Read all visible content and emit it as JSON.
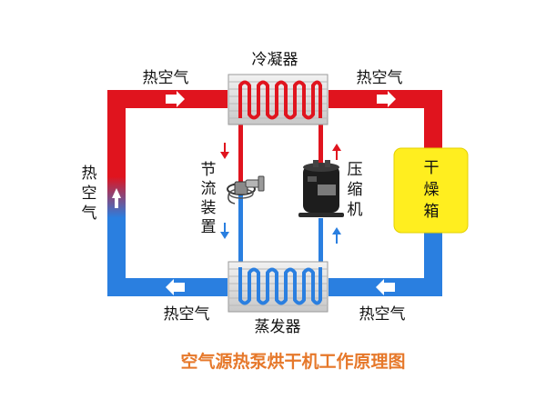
{
  "diagram": {
    "title": "空气源热泵烘干机工作原理图",
    "condenser_label": "冷凝器",
    "evaporator_label": "蒸发器",
    "dryer_label": [
      "干",
      "燥",
      "箱"
    ],
    "throttle_label": [
      "节",
      "流",
      "装",
      "置"
    ],
    "compressor_label": [
      "压",
      "缩",
      "机"
    ],
    "hot_air_top_left": "热空气",
    "hot_air_top_right": "热空气",
    "hot_air_left_side": [
      "热",
      "空",
      "气"
    ],
    "hot_air_bottom_left": "热空气",
    "hot_air_bottom_right": "热空气"
  },
  "colors": {
    "hot_pipe": "#e0141e",
    "cold_pipe": "#2a7fe0",
    "dryer_fill": "#ffee1f",
    "title_text": "#e6782a",
    "coil_fin": "#dcdcdc"
  },
  "icons": {
    "compressor": "compressor-icon",
    "throttle": "expansion-valve-icon",
    "flow_arrow": "arrow-icon"
  }
}
